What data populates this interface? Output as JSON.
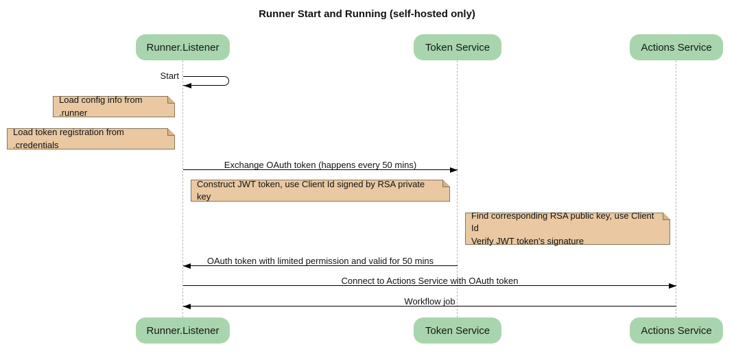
{
  "title": "Runner Start and Running (self-hosted only)",
  "colors": {
    "participant_fill": "#a8d5ad",
    "note_fill": "#e9c8a2",
    "note_border": "#85765a",
    "lifeline": "#b5b5b5",
    "message_line": "#000000"
  },
  "participants": [
    {
      "name": "Runner.Listener"
    },
    {
      "name": "Token Service"
    },
    {
      "name": "Actions Service"
    }
  ],
  "messages": [
    {
      "label": "Start",
      "from": "Runner.Listener",
      "to": "Runner.Listener",
      "type": "self"
    },
    {
      "label": "Exchange OAuth token (happens every 50 mins)",
      "from": "Runner.Listener",
      "to": "Token Service",
      "type": "solid"
    },
    {
      "label": "OAuth token with limited permission and valid for 50 mins",
      "from": "Token Service",
      "to": "Runner.Listener",
      "type": "solid"
    },
    {
      "label": "Connect to Actions Service with OAuth token",
      "from": "Runner.Listener",
      "to": "Actions Service",
      "type": "solid"
    },
    {
      "label": "Workflow job",
      "from": "Actions Service",
      "to": "Runner.Listener",
      "type": "solid"
    }
  ],
  "notes": [
    {
      "text": "Load config info from .runner",
      "anchor": "left of Runner.Listener"
    },
    {
      "text": "Load token registration from .credentials",
      "anchor": "left of Runner.Listener"
    },
    {
      "text": "Construct JWT token, use Client Id signed by RSA private key",
      "anchor": "right of Runner.Listener"
    },
    {
      "text": "Find corresponding RSA public key, use Client Id\nVerify JWT token's signature",
      "anchor": "right of Token Service"
    }
  ]
}
